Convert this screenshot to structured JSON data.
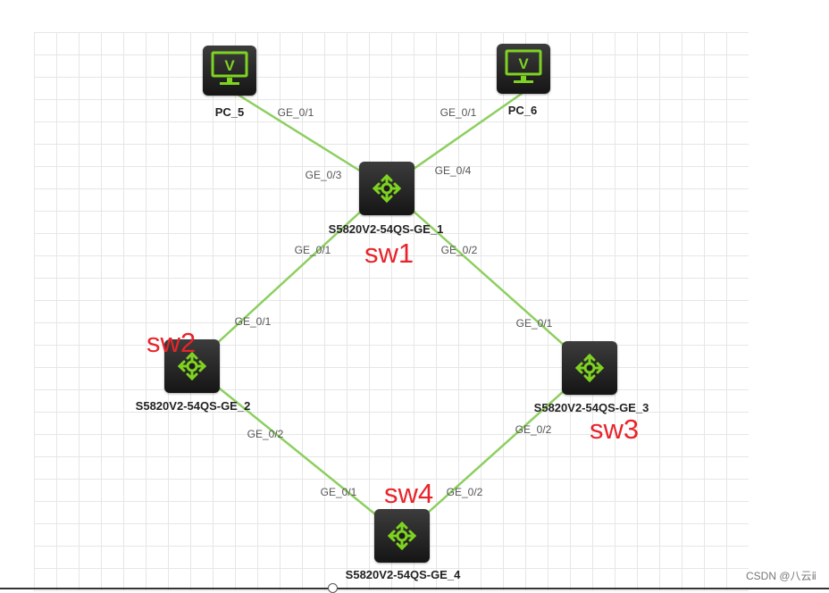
{
  "colors": {
    "link": "#8ccf5f",
    "icon": "#7ed321",
    "annotation": "#e8242a"
  },
  "devices": {
    "pc5": {
      "label": "PC_5",
      "icon": "monitor-icon"
    },
    "pc6": {
      "label": "PC_6",
      "icon": "monitor-icon"
    },
    "sw1": {
      "label": "S5820V2-54QS-GE_1",
      "icon": "switch-arrows-icon"
    },
    "sw2": {
      "label": "S5820V2-54QS-GE_2",
      "icon": "switch-arrows-icon"
    },
    "sw3": {
      "label": "S5820V2-54QS-GE_3",
      "icon": "switch-arrows-icon"
    },
    "sw4": {
      "label": "S5820V2-54QS-GE_4",
      "icon": "switch-arrows-icon"
    }
  },
  "links": [
    {
      "from": "pc5",
      "to": "sw1",
      "from_port": "GE_0/1",
      "to_port": "GE_0/3"
    },
    {
      "from": "pc6",
      "to": "sw1",
      "from_port": "GE_0/1",
      "to_port": "GE_0/4"
    },
    {
      "from": "sw1",
      "to": "sw2",
      "from_port": "GE_0/1",
      "to_port": "GE_0/1"
    },
    {
      "from": "sw1",
      "to": "sw3",
      "from_port": "GE_0/2",
      "to_port": "GE_0/1"
    },
    {
      "from": "sw2",
      "to": "sw4",
      "from_port": "GE_0/2",
      "to_port": "GE_0/1"
    },
    {
      "from": "sw3",
      "to": "sw4",
      "from_port": "GE_0/2",
      "to_port": "GE_0/2"
    }
  ],
  "annotations": {
    "sw1": "sw1",
    "sw2": "sw2",
    "sw3": "sw3",
    "sw4": "sw4"
  },
  "watermark": "CSDN @八云ⅱ"
}
